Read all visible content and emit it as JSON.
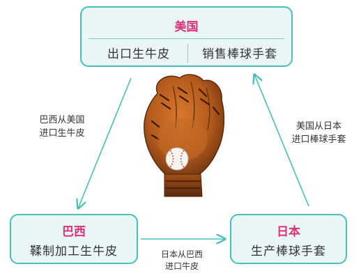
{
  "usa": {
    "title": "美国",
    "left_text": "出口生牛皮",
    "right_text": "销售棒球手套"
  },
  "brazil": {
    "title": "巴西",
    "text": "鞣制加工生牛皮"
  },
  "japan": {
    "title": "日本",
    "text": "生产棒球手套"
  },
  "arrow_labels": {
    "usa_to_brazil": [
      "巴西从美国",
      "进口生牛皮"
    ],
    "japan_to_usa": [
      "美国从日本",
      "进口棒球手套"
    ],
    "brazil_to_japan": [
      "日本从巴西",
      "进口牛皮"
    ]
  },
  "colors": {
    "border": "#45c0b8",
    "box_fill": "#e9f6f5",
    "title": "#d8327a",
    "arrow": "#45c0b8"
  },
  "image": {
    "icon": "baseball-glove-icon"
  }
}
